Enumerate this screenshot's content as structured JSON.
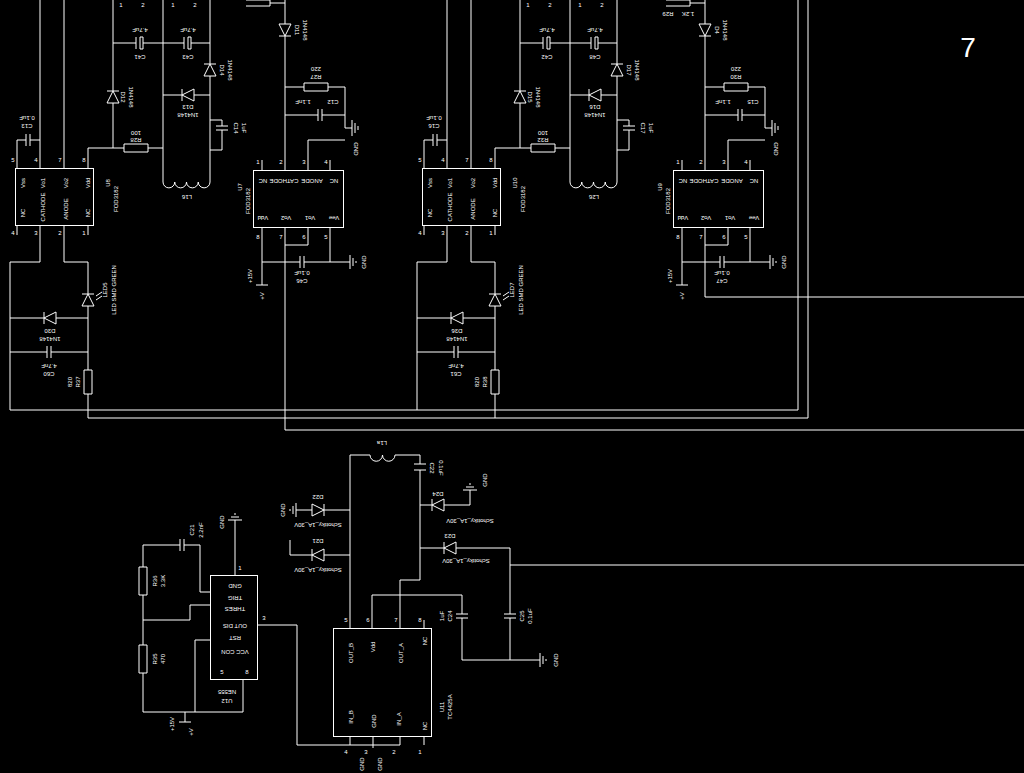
{
  "diagram": {
    "nodes": [
      {
        "text": [
          "Vss",
          "Vo1",
          "Vo2",
          "Vdd",
          "NC",
          "CATHODE",
          "ANODE",
          "NC",
          "U8",
          "FOD3182"
        ]
      },
      {
        "text": [
          "NC",
          "CATHODE",
          "ANODE",
          "NC",
          "Vdd",
          "Vo2",
          "Vo1",
          "Vee",
          "U7",
          "FOD3182"
        ]
      },
      {
        "text": [
          "Vss",
          "Vo1",
          "Vo2",
          "Vdd",
          "NC",
          "CATHODE",
          "ANODE",
          "NC",
          "U10",
          "FOD3182"
        ]
      },
      {
        "text": [
          "NC",
          "CATHODE",
          "ANODE",
          "NC",
          "Vdd",
          "Vo2",
          "Vo1",
          "Vee",
          "U9",
          "FOD3182"
        ]
      },
      {
        "text": [
          "GND",
          "TRIG",
          "THRES",
          "OUT DIS",
          "RST",
          "VCC CON",
          "NE555",
          "U12"
        ]
      },
      {
        "text": [
          "OUT_B",
          "Vdd",
          "OUT_A",
          "NC",
          "IN_B",
          "GND",
          "IN_A",
          "NC",
          "U11",
          "TC4425A"
        ]
      }
    ],
    "edges": [
      {
        "from": 4,
        "to": 5,
        "arrow": "none"
      }
    ],
    "labels": [
      "1",
      "2",
      "1",
      "2",
      "4.7uF",
      "C41",
      "4.7uF",
      "C43",
      "D12",
      "1N4148",
      "D14",
      "1N4148",
      "D13",
      "1N4148",
      "100",
      "R28",
      "C14",
      "1uF",
      "L16",
      "D11",
      "1N4148",
      "220",
      "R27",
      "1.1nF",
      "C12",
      "GND",
      "0.1uF",
      "C13",
      "5",
      "4",
      "7",
      "8",
      "4",
      "3",
      "2",
      "1",
      "LED5",
      "LED SMD GREEN",
      "D30",
      "1N4148",
      "4.7nF",
      "C60",
      "820",
      "R37",
      "1",
      "2",
      "3",
      "4",
      "8",
      "7",
      "6",
      "5",
      "+15V",
      "+V",
      "0.1uF",
      "C46",
      "GND",
      "1",
      "2",
      "1",
      "2",
      "4.7uF",
      "C42",
      "4.7uF",
      "C48",
      "D15",
      "1N4148",
      "D17",
      "1N4148",
      "D16",
      "1N4148",
      "100",
      "R32",
      "C17",
      "1uF",
      "L26",
      "R29",
      "1.2K",
      "D4",
      "1N4148",
      "220",
      "R30",
      "1.1nF",
      "C15",
      "GND",
      "0.1uF",
      "C16",
      "5",
      "4",
      "7",
      "8",
      "4",
      "3",
      "2",
      "1",
      "LED7",
      "LED SMD GREEN",
      "D36",
      "1N4148",
      "4.7nF",
      "C61",
      "820",
      "R38",
      "1",
      "2",
      "3",
      "4",
      "8",
      "7",
      "6",
      "5",
      "+15V",
      "+V",
      "0.1uF",
      "C47",
      "GND",
      "L1a",
      "C22",
      "0.1uF",
      "GND",
      "D22",
      "Schottky_1A_30V",
      "D24",
      "Schottky_1A_30V",
      "GND",
      "D21",
      "Schottky_1A_30V",
      "D23",
      "Schottky_1A_30V",
      "1uF",
      "C24",
      "C25",
      "0.1uF",
      "GND",
      "5",
      "6",
      "7",
      "8",
      "4",
      "3",
      "2",
      "1",
      "GND",
      "GND",
      "R36",
      "3.3K",
      "R35",
      "470",
      "C21",
      "2.2nF",
      "GND",
      "1",
      "3",
      "8",
      "5",
      "+15V",
      "+V",
      "7"
    ]
  }
}
